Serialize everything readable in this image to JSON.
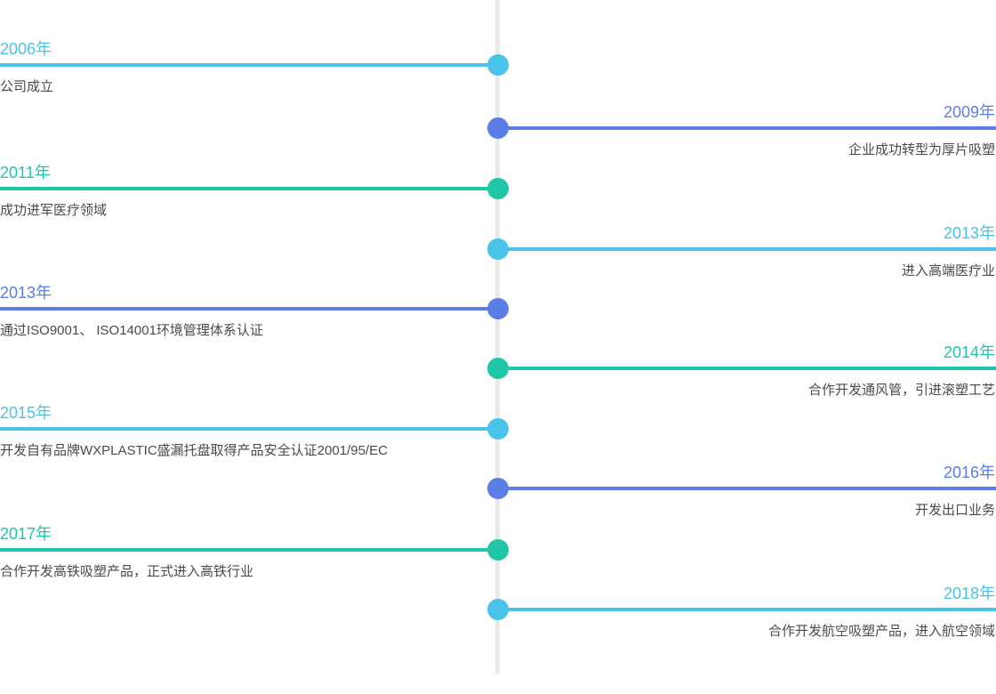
{
  "timeline": {
    "colors": {
      "cyan": "#4ac3ea",
      "blue": "#5b7de6",
      "teal": "#1fc7a7"
    },
    "line_color": "#e9e9e9",
    "entries": [
      {
        "year": "2006年",
        "desc": "公司成立",
        "side": "left",
        "color": "cyan"
      },
      {
        "year": "2009年",
        "desc": "企业成功转型为厚片吸塑",
        "side": "right",
        "color": "blue"
      },
      {
        "year": "2011年",
        "desc": "成功进军医疗领域",
        "side": "left",
        "color": "teal"
      },
      {
        "year": "2013年",
        "desc": "进入高端医疗业",
        "side": "right",
        "color": "cyan"
      },
      {
        "year": "2013年",
        "desc": "通过ISO9001、 ISO14001环境管理体系认证",
        "side": "left",
        "color": "blue"
      },
      {
        "year": "2014年",
        "desc": "合作开发通风管，引进滚塑工艺",
        "side": "right",
        "color": "teal"
      },
      {
        "year": "2015年",
        "desc": "开发自有品牌WXPLASTIC盛漏托盘取得产品安全认证2001/95/EC",
        "side": "left",
        "color": "cyan"
      },
      {
        "year": "2016年",
        "desc": "开发出口业务",
        "side": "right",
        "color": "blue"
      },
      {
        "year": "2017年",
        "desc": "合作开发高铁吸塑产品，正式进入高铁行业",
        "side": "left",
        "color": "teal"
      },
      {
        "year": "2018年",
        "desc": "合作开发航空吸塑产品，进入航空领域",
        "side": "right",
        "color": "cyan"
      }
    ]
  }
}
